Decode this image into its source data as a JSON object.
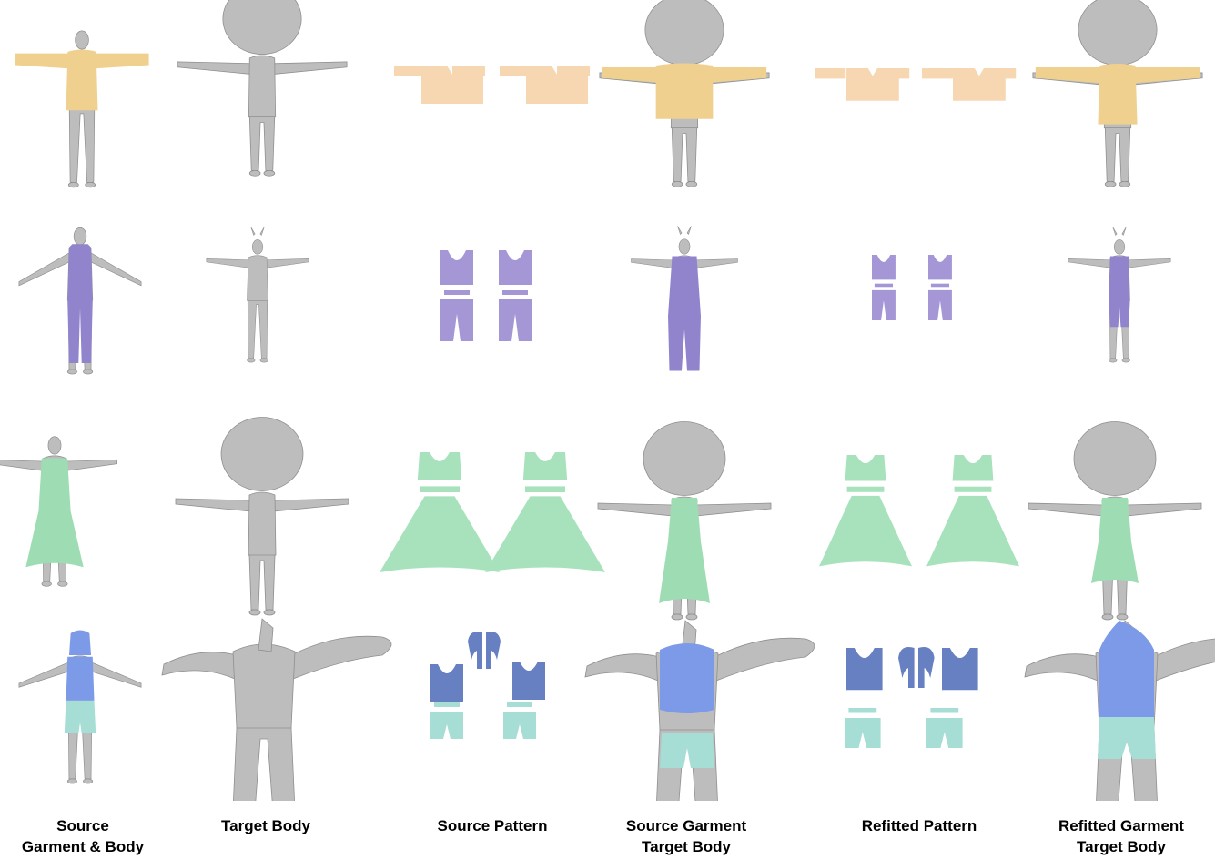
{
  "captions": [
    {
      "line1": "Source",
      "line2": "Garment & Body"
    },
    {
      "line1": "Target Body",
      "line2": ""
    },
    {
      "line1": "Source Pattern",
      "line2": ""
    },
    {
      "line1": "Source Garment",
      "line2": "Target Body"
    },
    {
      "line1": "Refitted Pattern",
      "line2": ""
    },
    {
      "line1": "Refitted Garment",
      "line2": "Target Body"
    }
  ],
  "rows": [
    {
      "garment": "long-sleeve shirt",
      "target_body": "big-head cartoon",
      "color": "#F0D08E",
      "pattern_color": "#F6D7B1"
    },
    {
      "garment": "sleeveless jumpsuit",
      "target_body": "slim goat-horned figure",
      "color": "#9284CC",
      "pattern_color": "#A597D6"
    },
    {
      "garment": "sleeveless dress",
      "target_body": "chibi doll",
      "color": "#9EDDB3",
      "pattern_color": "#A8E2BD"
    },
    {
      "garment": "hooded vest and shorts",
      "target_body": "muscular monster",
      "color": "#7D9AE8",
      "pattern_color": "#6680C2",
      "secondary_color": "#A6DDD4"
    }
  ],
  "colors": {
    "body": "#BDBDBD",
    "body_stroke": "#8F8F8F",
    "text": "#000000",
    "background": "#FFFFFF"
  }
}
